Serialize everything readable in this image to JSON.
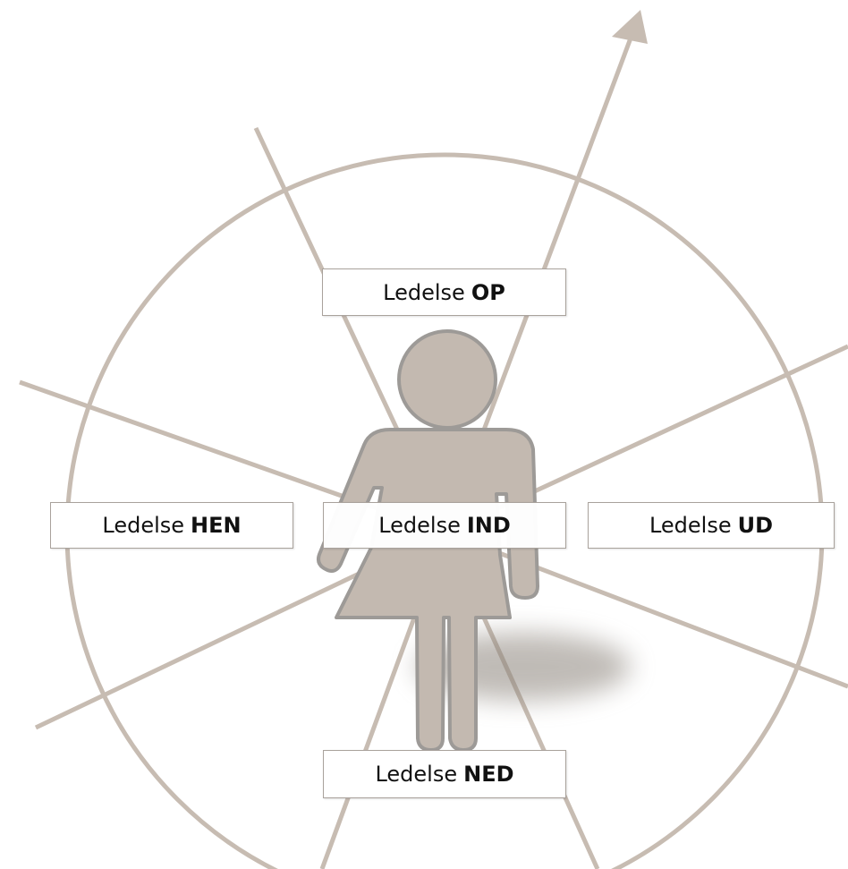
{
  "colors": {
    "line": "#c7bcb2",
    "figure_fill": "#c3b9b0",
    "figure_stroke": "#9d9a97",
    "shadow": "#8c847c",
    "box_border": "#a9a29c"
  },
  "labels": {
    "op": {
      "word": "Ledelse",
      "direction": "OP"
    },
    "hen": {
      "word": "Ledelse",
      "direction": "HEN"
    },
    "ind": {
      "word": "Ledelse",
      "direction": "IND"
    },
    "ud": {
      "word": "Ledelse",
      "direction": "UD"
    },
    "ned": {
      "word": "Ledelse",
      "direction": "NED"
    }
  }
}
